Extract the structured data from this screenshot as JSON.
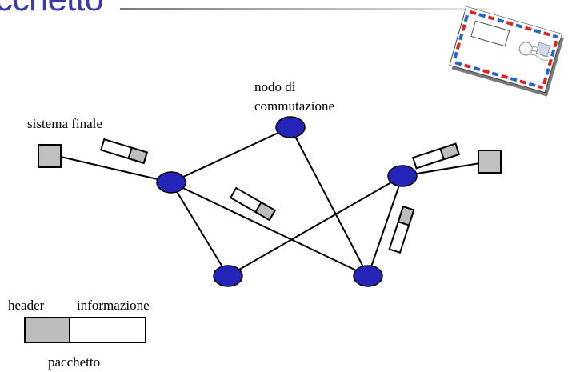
{
  "title": "cchetto",
  "labels": {
    "end_system": "sistema finale",
    "switch_node_line1": "nodo di",
    "switch_node_line2": "commutazione",
    "legend_header": "header",
    "legend_info": "informazione",
    "legend_packet": "pacchetto"
  },
  "colors": {
    "node_fill": "#2424b8",
    "end_system_fill": "#c0c0c0",
    "packet_header_fill": "#bdbdbd",
    "title_color": "#3a3aa8"
  },
  "icons": [
    "envelope-icon"
  ]
}
